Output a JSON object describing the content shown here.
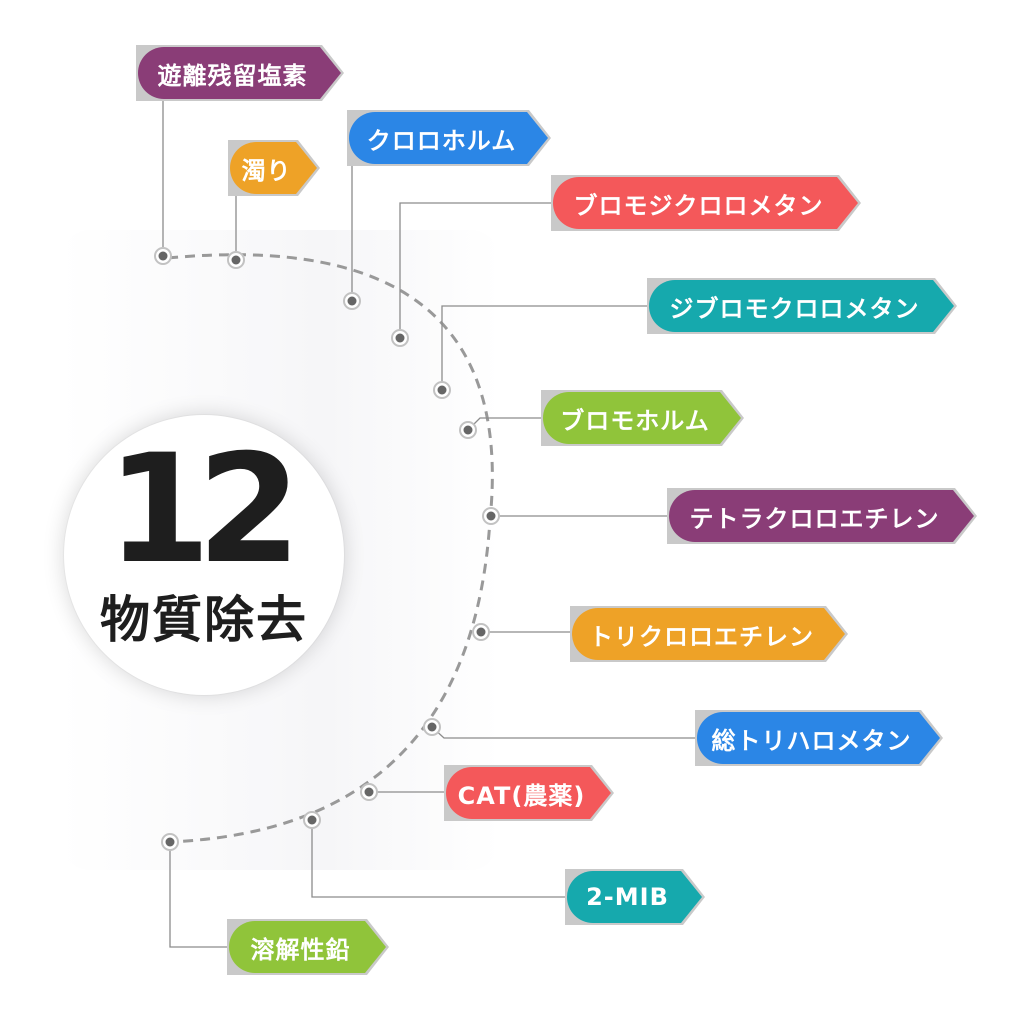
{
  "center": {
    "number": "12",
    "label": "物質除去"
  },
  "colors": {
    "purple": "#8a3d77",
    "orange": "#eea227",
    "blue": "#2b86e6",
    "red": "#f4585a",
    "teal": "#16a9ad",
    "green": "#90c43a",
    "wire": "#8c8c8c",
    "dot": "#666666"
  },
  "items": [
    {
      "label": "遊離残留塩素",
      "color": "purple"
    },
    {
      "label": "濁り",
      "color": "orange"
    },
    {
      "label": "クロロホルム",
      "color": "blue"
    },
    {
      "label": "ブロモジクロロメタン",
      "color": "red"
    },
    {
      "label": "ジブロモクロロメタン",
      "color": "teal"
    },
    {
      "label": "ブロモホルム",
      "color": "green"
    },
    {
      "label": "テトラクロロエチレン",
      "color": "purple"
    },
    {
      "label": "トリクロロエチレン",
      "color": "orange"
    },
    {
      "label": "総トリハロメタン",
      "color": "blue"
    },
    {
      "label": "CAT(農薬)",
      "color": "red"
    },
    {
      "label": "2-MIB",
      "color": "teal"
    },
    {
      "label": "溶解性鉛",
      "color": "green"
    }
  ]
}
